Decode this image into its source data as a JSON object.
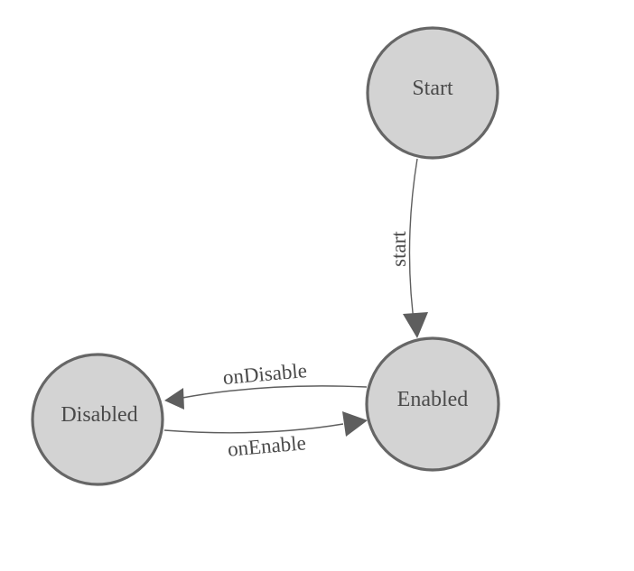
{
  "diagram": {
    "type": "state-machine",
    "background_color": "#ffffff",
    "node_fill_color": "#d3d3d3",
    "node_border_color": "#666666",
    "edge_color": "#5e5e5e",
    "text_color": "#4a4a4a",
    "nodes": [
      {
        "id": "start",
        "label": "Start"
      },
      {
        "id": "enabled",
        "label": "Enabled"
      },
      {
        "id": "disabled",
        "label": "Disabled"
      }
    ],
    "edges": [
      {
        "id": "start-transition",
        "label": "start",
        "from": "Start",
        "to": "Enabled"
      },
      {
        "id": "on-disable-transition",
        "label": "onDisable",
        "from": "Enabled",
        "to": "Disabled"
      },
      {
        "id": "on-enable-transition",
        "label": "onEnable",
        "from": "Disabled",
        "to": "Enabled"
      }
    ]
  }
}
